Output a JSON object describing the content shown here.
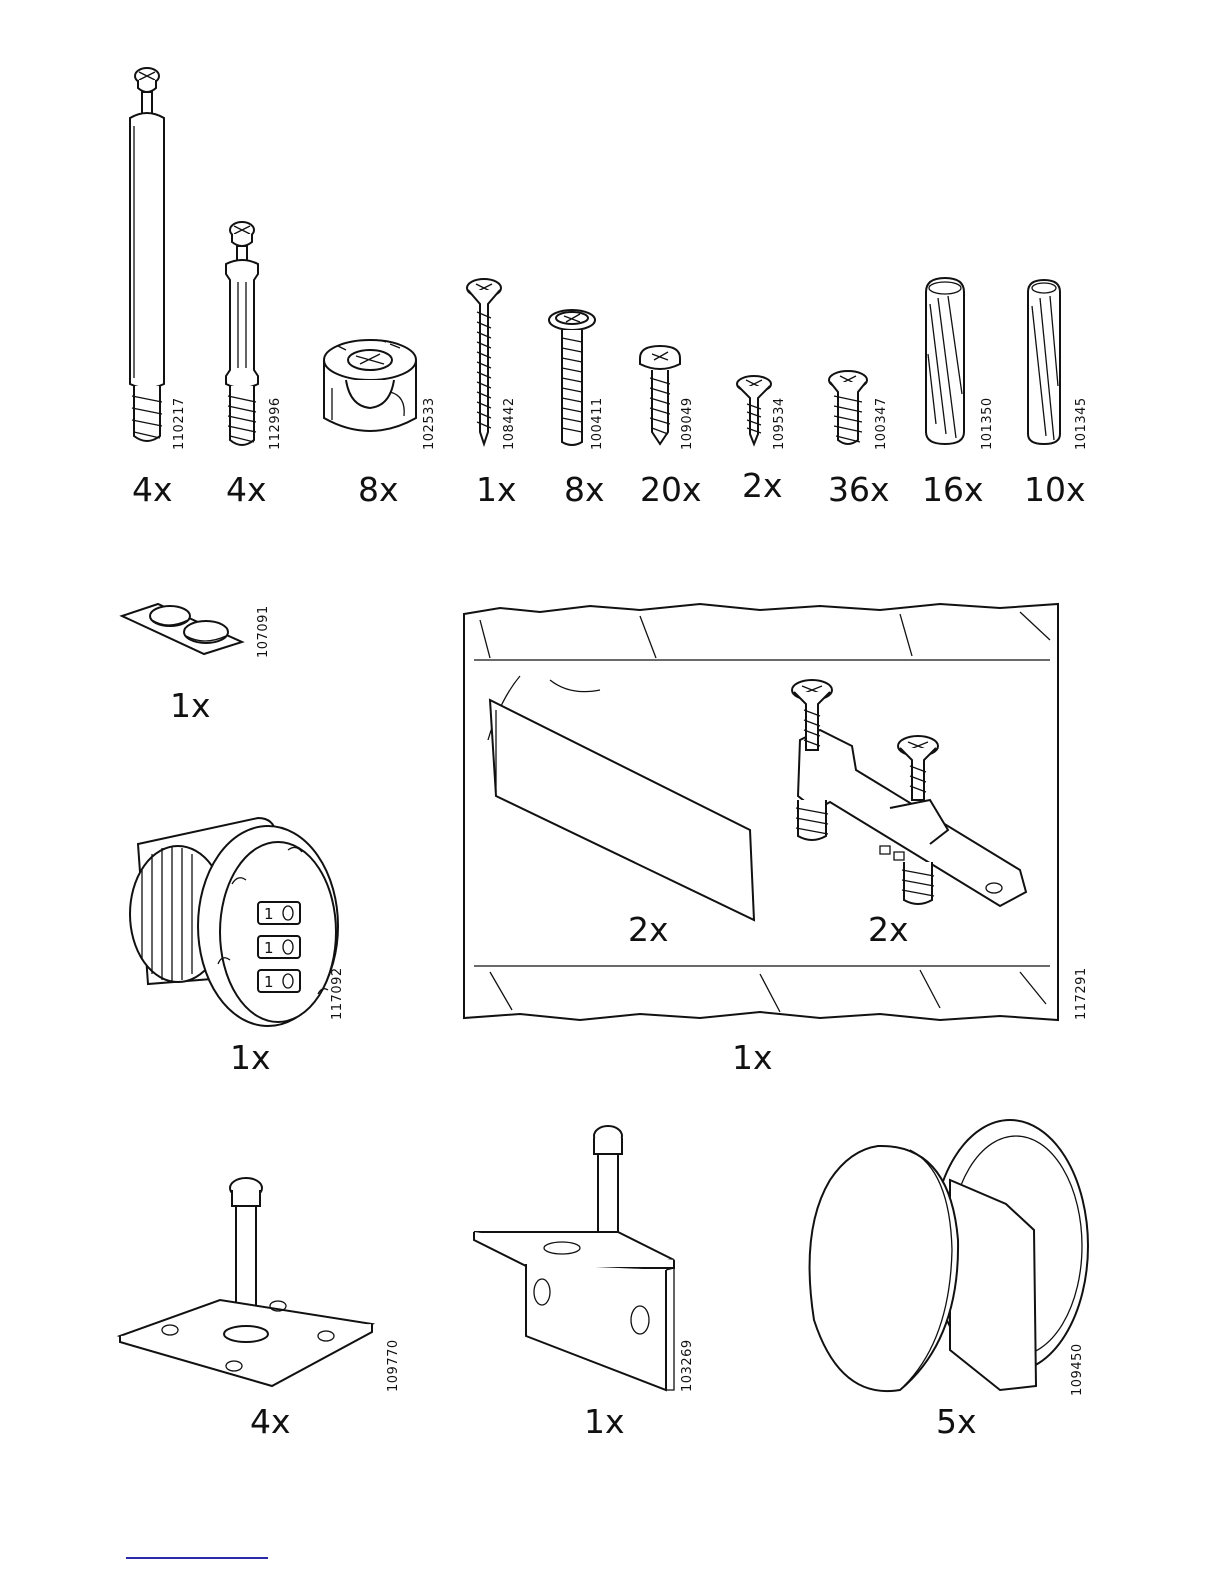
{
  "row1": [
    {
      "code": "110217",
      "qty": "4x"
    },
    {
      "code": "112996",
      "qty": "4x"
    },
    {
      "code": "102533",
      "qty": "8x"
    },
    {
      "code": "108442",
      "qty": "1x"
    },
    {
      "code": "100411",
      "qty": "8x"
    },
    {
      "code": "109049",
      "qty": "20x"
    },
    {
      "code": "109534",
      "qty": "2x"
    },
    {
      "code": "100347",
      "qty": "36x"
    },
    {
      "code": "101350",
      "qty": "16x"
    },
    {
      "code": "101345",
      "qty": "10x"
    }
  ],
  "pads": {
    "code": "107091",
    "qty": "1x"
  },
  "lock": {
    "code": "117092",
    "qty": "1x"
  },
  "bag": {
    "code": "117291",
    "qty": "1x",
    "plate_qty": "2x",
    "bracket_qty": "2x"
  },
  "pin_plate": {
    "code": "109770",
    "qty": "4x"
  },
  "angle_bracket": {
    "code": "103269",
    "qty": "1x"
  },
  "knob": {
    "code": "109450",
    "qty": "5x"
  }
}
